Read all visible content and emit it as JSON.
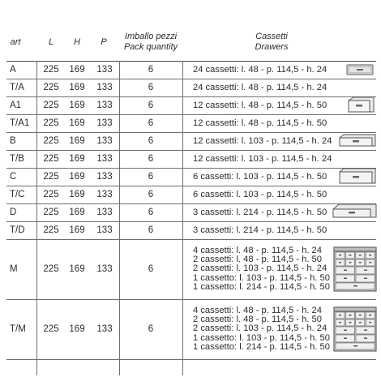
{
  "headers": {
    "art": "art",
    "L": "L",
    "H": "H",
    "P": "P",
    "pack_it": "Imballo pezzi",
    "pack_en": "Pack quantity",
    "drawers_it": "Cassetti",
    "drawers_en": "Drawers"
  },
  "rows": [
    {
      "art": "A",
      "L": "225",
      "H": "169",
      "P": "133",
      "pack": "6",
      "drawers": [
        "24 cassetti:  l. 48 -  p. 114,5 -  h.   24"
      ],
      "icon": "single-drawer-small-icon"
    },
    {
      "art": "T/A",
      "L": "225",
      "H": "169",
      "P": "133",
      "pack": "6",
      "drawers": [
        "24 cassetti:  l. 48 -  p. 114,5 -  h.   24"
      ],
      "icon": ""
    },
    {
      "art": "A1",
      "L": "225",
      "H": "169",
      "P": "133",
      "pack": "6",
      "drawers": [
        "12 cassetti:  l. 48 -  p. 114,5 -  h.   50"
      ],
      "icon": "single-drawer-tall-icon"
    },
    {
      "art": "T/A1",
      "L": "225",
      "H": "169",
      "P": "133",
      "pack": "6",
      "drawers": [
        "12 cassetti:  l. 48 -  p. 114,5 -  h.   50"
      ],
      "icon": ""
    },
    {
      "art": "B",
      "L": "225",
      "H": "169",
      "P": "133",
      "pack": "6",
      "drawers": [
        "12 cassetti:  l. 103 -  p. 114,5 -  h.   24"
      ],
      "icon": "wide-drawer-low-icon"
    },
    {
      "art": "T/B",
      "L": "225",
      "H": "169",
      "P": "133",
      "pack": "6",
      "drawers": [
        "12 cassetti:  l. 103 -  p. 114,5 -  h.   24"
      ],
      "icon": ""
    },
    {
      "art": "C",
      "L": "225",
      "H": "169",
      "P": "133",
      "pack": "6",
      "drawers": [
        "6 cassetti:    l. 103 -  p. 114,5 -  h.   50"
      ],
      "icon": "wide-drawer-tall-icon"
    },
    {
      "art": "T/C",
      "L": "225",
      "H": "169",
      "P": "133",
      "pack": "6",
      "drawers": [
        "6 cassetti:    l. 103 -  p. 114,5 -  h.   50"
      ],
      "icon": ""
    },
    {
      "art": "D",
      "L": "225",
      "H": "169",
      "P": "133",
      "pack": "6",
      "drawers": [
        "3 cassetti:    l. 214 -  p. 114,5 -  h.   50"
      ],
      "icon": "extra-wide-drawer-icon"
    },
    {
      "art": "T/D",
      "L": "225",
      "H": "169",
      "P": "133",
      "pack": "6",
      "drawers": [
        "3 cassetti:    l. 214 -  p. 114,5 -  h.   50"
      ],
      "icon": ""
    },
    {
      "art": "M",
      "L": "225",
      "H": "169",
      "P": "133",
      "pack": "6",
      "drawers": [
        "4 cassetti:    l. 48 -  p. 114,5 -  h.   24",
        "2 cassetti:    l. 48 -  p. 114,5 -  h.   50",
        "2 cassetti:    l. 103 -  p. 114,5 -  h.   24",
        "1 cassetto:    l. 103 -  p. 114,5 -  h.   50",
        "1 cassetto:    l. 214 -  p. 114,5 -  h.   50"
      ],
      "icon": "mixed-cabinet-icon"
    },
    {
      "art": "T/M",
      "L": "225",
      "H": "169",
      "P": "133",
      "pack": "6",
      "drawers": [
        "4 cassetti:    l. 48 -  p. 114,5 -  h.   24",
        "2 cassetti:    l. 48 -  p. 114,5 -  h.   50",
        "2 cassetti:    l. 103 -  p. 114,5 -  h.   24",
        "1 cassetto:    l. 103 -  p. 114,5 -  h.   50",
        "1 cassetto:    l. 214 -  p. 114,5 -  h.   50"
      ],
      "icon": "mixed-cabinet-icon"
    }
  ]
}
